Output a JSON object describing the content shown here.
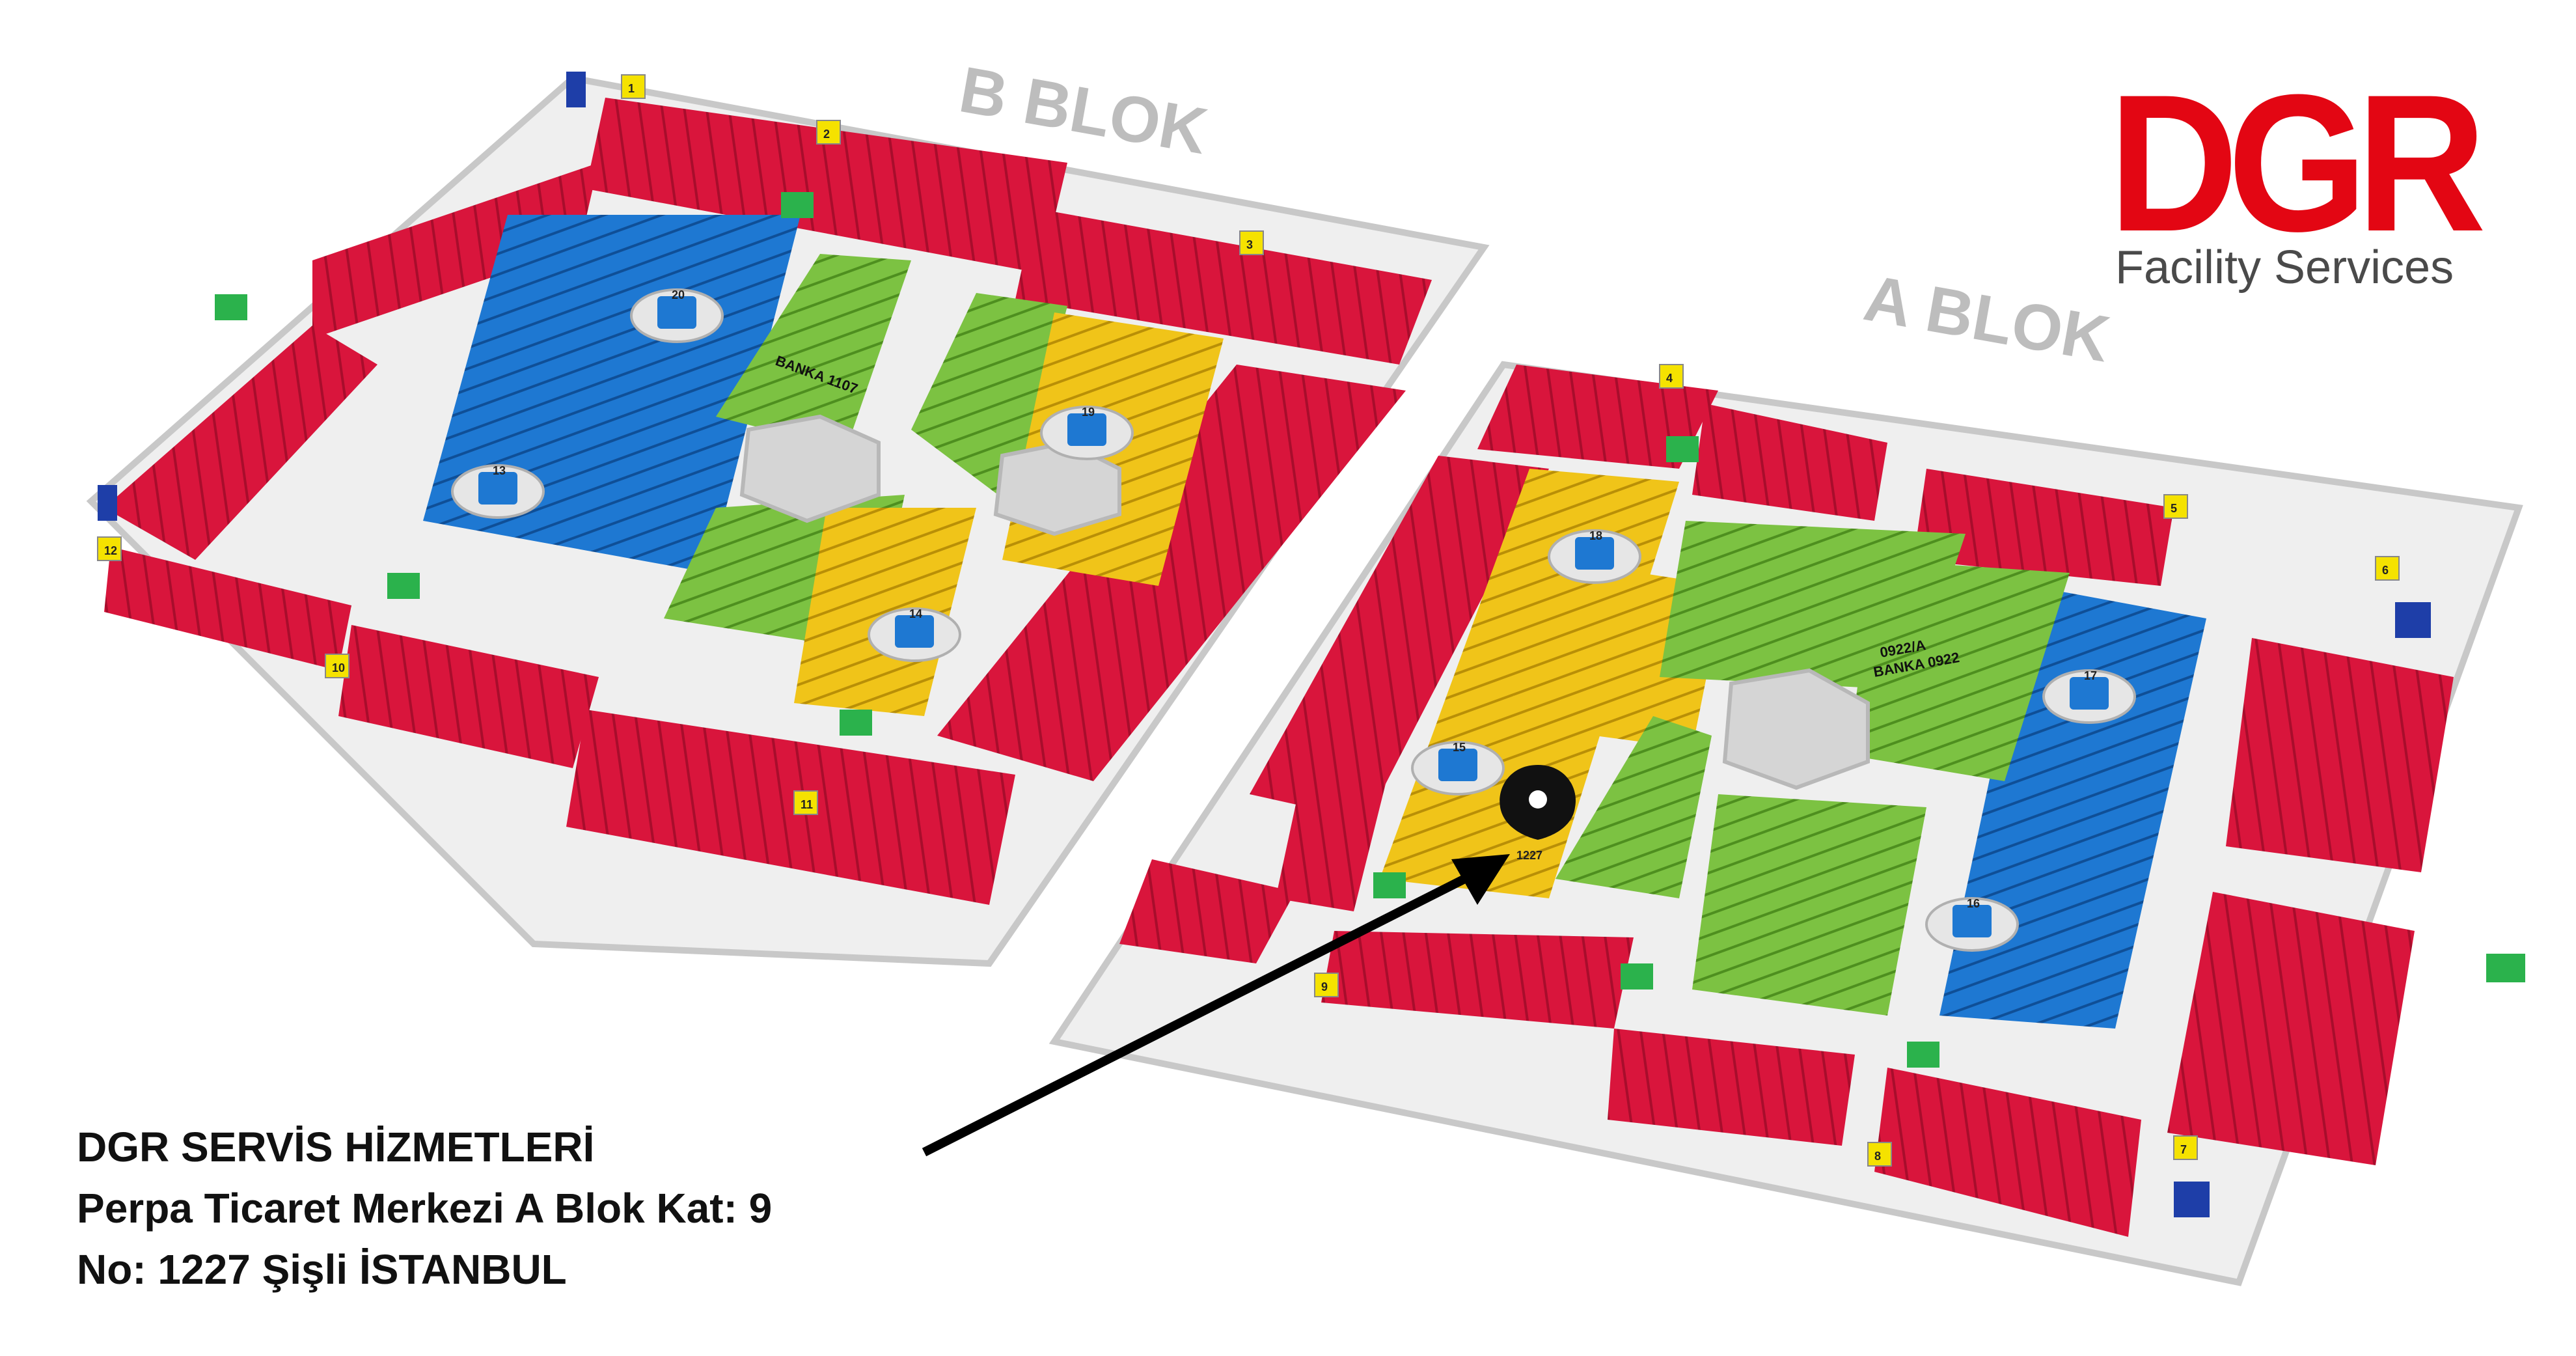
{
  "logo": {
    "main": "DGR",
    "sub": "Facility Services",
    "color": "#e30613"
  },
  "blocks": {
    "b": "B BLOK",
    "a": "A BLOK"
  },
  "caption": {
    "line1": "DGR SERVİS HİZMETLERİ",
    "line2": "Perpa Ticaret Merkezi A Blok Kat: 9",
    "line3": "No: 1227 Şişli İSTANBUL"
  },
  "marker": {
    "shop": "1227"
  },
  "zone_labels": {
    "banka_b": "BANKA 1107",
    "banka_a": "BANKA 0922",
    "banka_a2": "0922/A"
  },
  "gates": [
    "1",
    "2",
    "3",
    "4",
    "5",
    "6",
    "7",
    "8",
    "9",
    "10",
    "11",
    "12"
  ],
  "wc_numbers": [
    "20",
    "13",
    "14",
    "19",
    "15",
    "18",
    "16",
    "17"
  ],
  "colors": {
    "red": "#d9153c",
    "blue": "#1e78d2",
    "green": "#7cc242",
    "yellow": "#f0c419",
    "gray": "#d9d9d9",
    "floor": "#efefef"
  },
  "icons": [
    "wc-icon",
    "exit-icon",
    "elevator-icon",
    "cafe-icon",
    "fire-icon",
    "location-pin-icon",
    "arrow-icon"
  ]
}
